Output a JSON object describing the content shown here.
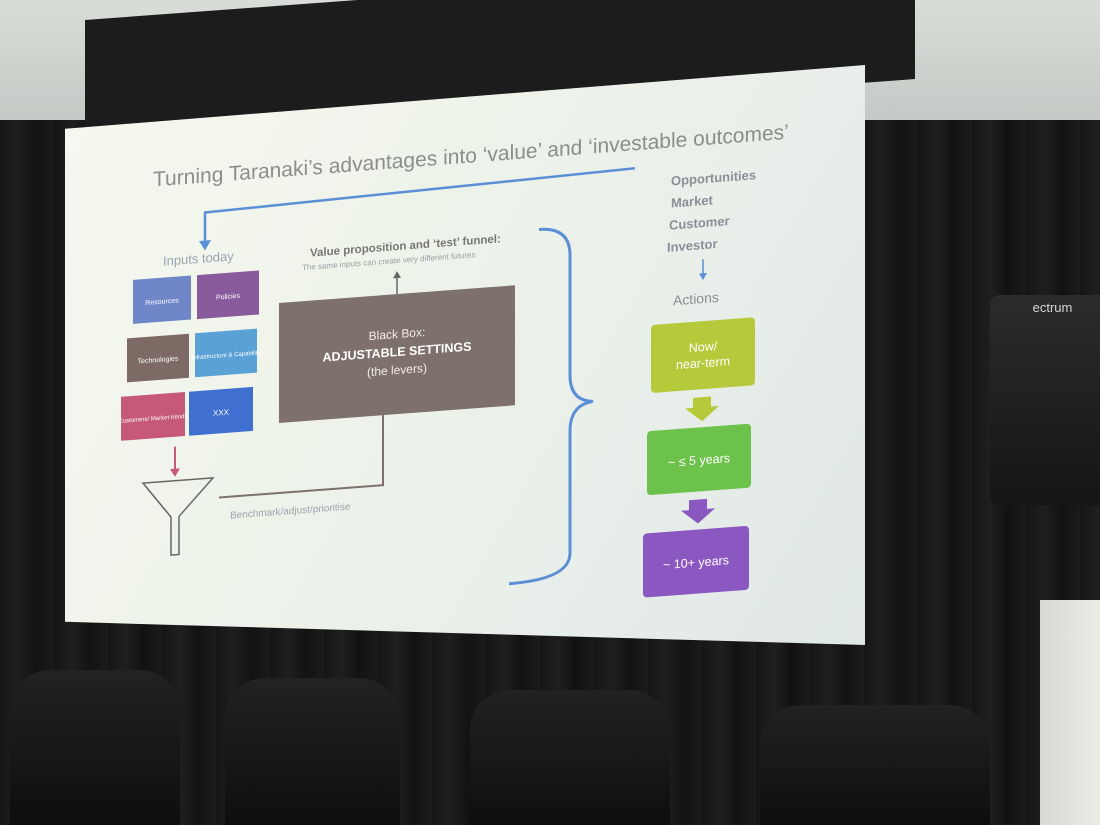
{
  "slide": {
    "title": "Turning Taranaki’s advantages into ‘value’ and ‘investable outcomes’",
    "inputs_heading": "Inputs today",
    "inputs": [
      {
        "label": "Resources",
        "color": "#6f86c9"
      },
      {
        "label": "Policies",
        "color": "#8a5b9c"
      },
      {
        "label": "Technologies",
        "color": "#7d6a64"
      },
      {
        "label": "Infrastructure & Capability",
        "color": "#5aa1d6"
      },
      {
        "label": "Customers/ Market trends",
        "color": "#c6587a"
      },
      {
        "label": "XXX",
        "color": "#3f6fd0"
      }
    ],
    "funnel_heading": "Value proposition and ‘test’ funnel:",
    "funnel_subheading": "The same inputs can create very different futures",
    "black_box": {
      "line1": "Black Box:",
      "line2": "ADJUSTABLE SETTINGS",
      "line3": "(the levers)",
      "color": "#7e716b"
    },
    "benchmark_label": "Benchmark/adjust/prioritise",
    "opportunities": [
      "Opportunities",
      "Market",
      "Customer",
      "Investor"
    ],
    "actions_heading": "Actions",
    "actions": [
      {
        "label_line1": "Now/",
        "label_line2": "near-term",
        "color": "#b5c93a"
      },
      {
        "label_line1": "~ ≤ 5 years",
        "label_line2": "",
        "color": "#6cc24a"
      },
      {
        "label_line1": "~ 10+ years",
        "label_line2": "",
        "color": "#8b57c0"
      }
    ],
    "arrow_colors": {
      "line": "#5b8fd6",
      "down1": "#b5c93a",
      "down2": "#8b57c0"
    }
  },
  "room": {
    "speaker_brand": "ectrum"
  }
}
